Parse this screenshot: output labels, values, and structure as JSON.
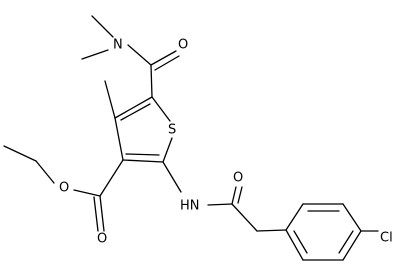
{
  "atoms": {
    "n_amide": "N",
    "o_dimethylamide": "O",
    "s_ring": "S",
    "o_ester_single": "O",
    "o_ester_double": "O",
    "nh": "HN",
    "o_acetamide": "O",
    "cl": "Cl"
  },
  "colors": {
    "bond": "#000000",
    "label": "#000000",
    "background": "#ffffff"
  }
}
